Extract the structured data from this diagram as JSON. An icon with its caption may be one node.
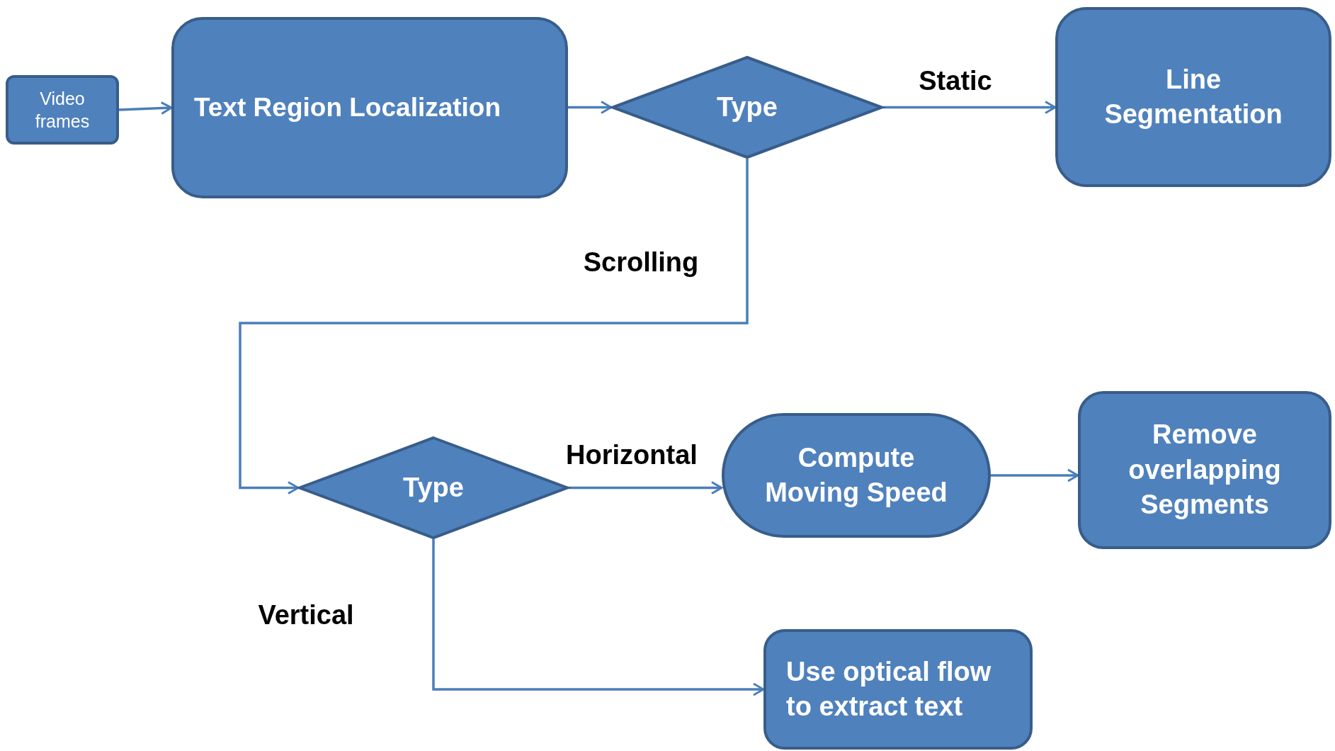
{
  "diagram": {
    "nodes": [
      {
        "text": [
          "Video frames"
        ]
      },
      {
        "text": [
          "Text Region Localization"
        ]
      },
      {
        "text": [
          "Type"
        ]
      },
      {
        "text": [
          "Line Segmentation"
        ]
      },
      {
        "text": [
          "Type"
        ]
      },
      {
        "text": [
          "Compute Moving Speed"
        ]
      },
      {
        "text": [
          "Remove overlapping Segments"
        ]
      },
      {
        "text": [
          "Use optical flow to extract text"
        ]
      }
    ],
    "edges": [
      {
        "from": 0,
        "to": 1,
        "arrow": "to"
      },
      {
        "from": 1,
        "to": 2,
        "arrow": "to"
      },
      {
        "from": 2,
        "to": 3,
        "arrow": "to",
        "label": "Static"
      },
      {
        "from": 2,
        "to": 4,
        "arrow": "to",
        "label": "Scrolling"
      },
      {
        "from": 4,
        "to": 5,
        "arrow": "to",
        "label": "Horizontal"
      },
      {
        "from": 5,
        "to": 6,
        "arrow": "to"
      },
      {
        "from": 4,
        "to": 7,
        "arrow": "to",
        "label": "Vertical"
      }
    ]
  }
}
